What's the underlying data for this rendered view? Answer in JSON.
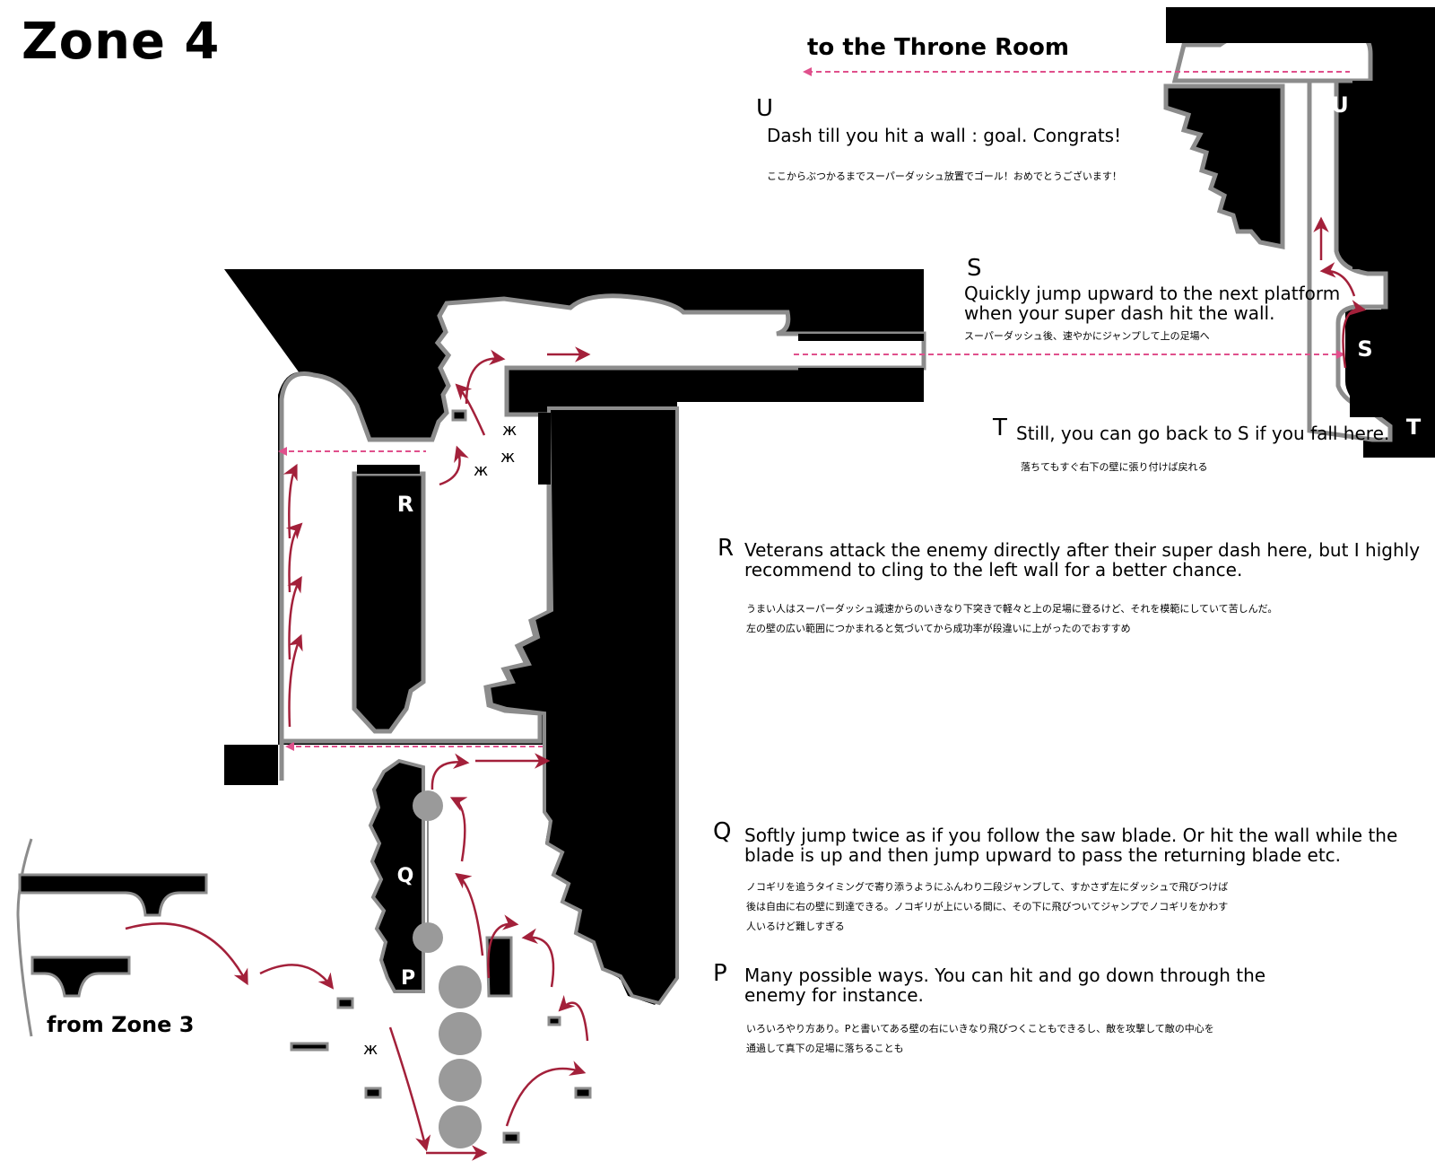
{
  "title": "Zone 4",
  "labels": {
    "to_throne": "to the Throne Room",
    "from_zone3": "from Zone 3"
  },
  "map_markers": [
    "U",
    "S",
    "T",
    "R",
    "Q",
    "P"
  ],
  "notes": {
    "U": {
      "key": "U",
      "en": "Dash till you hit a wall : goal. Congrats!",
      "jp": "ここからぶつかるまでスーパーダッシュ放置でゴール！おめでとうございます！"
    },
    "S": {
      "key": "S",
      "en1": "Quickly jump upward to the next platform",
      "en2": "when your super dash hit the wall.",
      "jp": "スーパーダッシュ後、速やかにジャンプして上の足場へ"
    },
    "T": {
      "key": "T",
      "en": "Still, you can go back to S if you fall here.",
      "jp": "落ちてもすぐ右下の壁に張り付けば戻れる"
    },
    "R": {
      "key": "R",
      "en1": "Veterans attack the enemy directly after their super dash here, but I highly",
      "en2": "recommend to cling to the left wall for a better chance.",
      "jp1": "うまい人はスーパーダッシュ減速からのいきなり下突きで軽々と上の足場に登るけど、それを模範にしていて苦しんだ。",
      "jp2": "左の壁の広い範囲につかまれると気づいてから成功率が段違いに上がったのでおすすめ"
    },
    "Q": {
      "key": "Q",
      "en1": "Softly jump twice as if you follow the saw blade. Or hit the wall while the",
      "en2": "blade is up and then jump upward to pass the returning blade etc.",
      "jp1": "ノコギリを追うタイミングで寄り添うようにふんわり二段ジャンプして、すかさず左にダッシュで飛びつけば",
      "jp2": "後は自由に右の壁に到達できる。ノコギリが上にいる間に、その下に飛びついてジャンプでノコギリをかわす",
      "jp3": "人いるけど難しすぎる"
    },
    "P": {
      "key": "P",
      "en1": "Many possible ways. You can hit and go down through the",
      "en2": "enemy for instance.",
      "jp1": "いろいろやり方あり。Pと書いてある壁の右にいきなり飛びつくこともできるし、敵を攻撃して敵の中心を",
      "jp2": "通過して真下の足場に落ちることも"
    }
  },
  "colors": {
    "wall": "#000000",
    "edge": "#8c8c8c",
    "path_arrow": "#a3203a",
    "dash_arrow": "#e0508c",
    "saw": "#9a9a9a"
  }
}
